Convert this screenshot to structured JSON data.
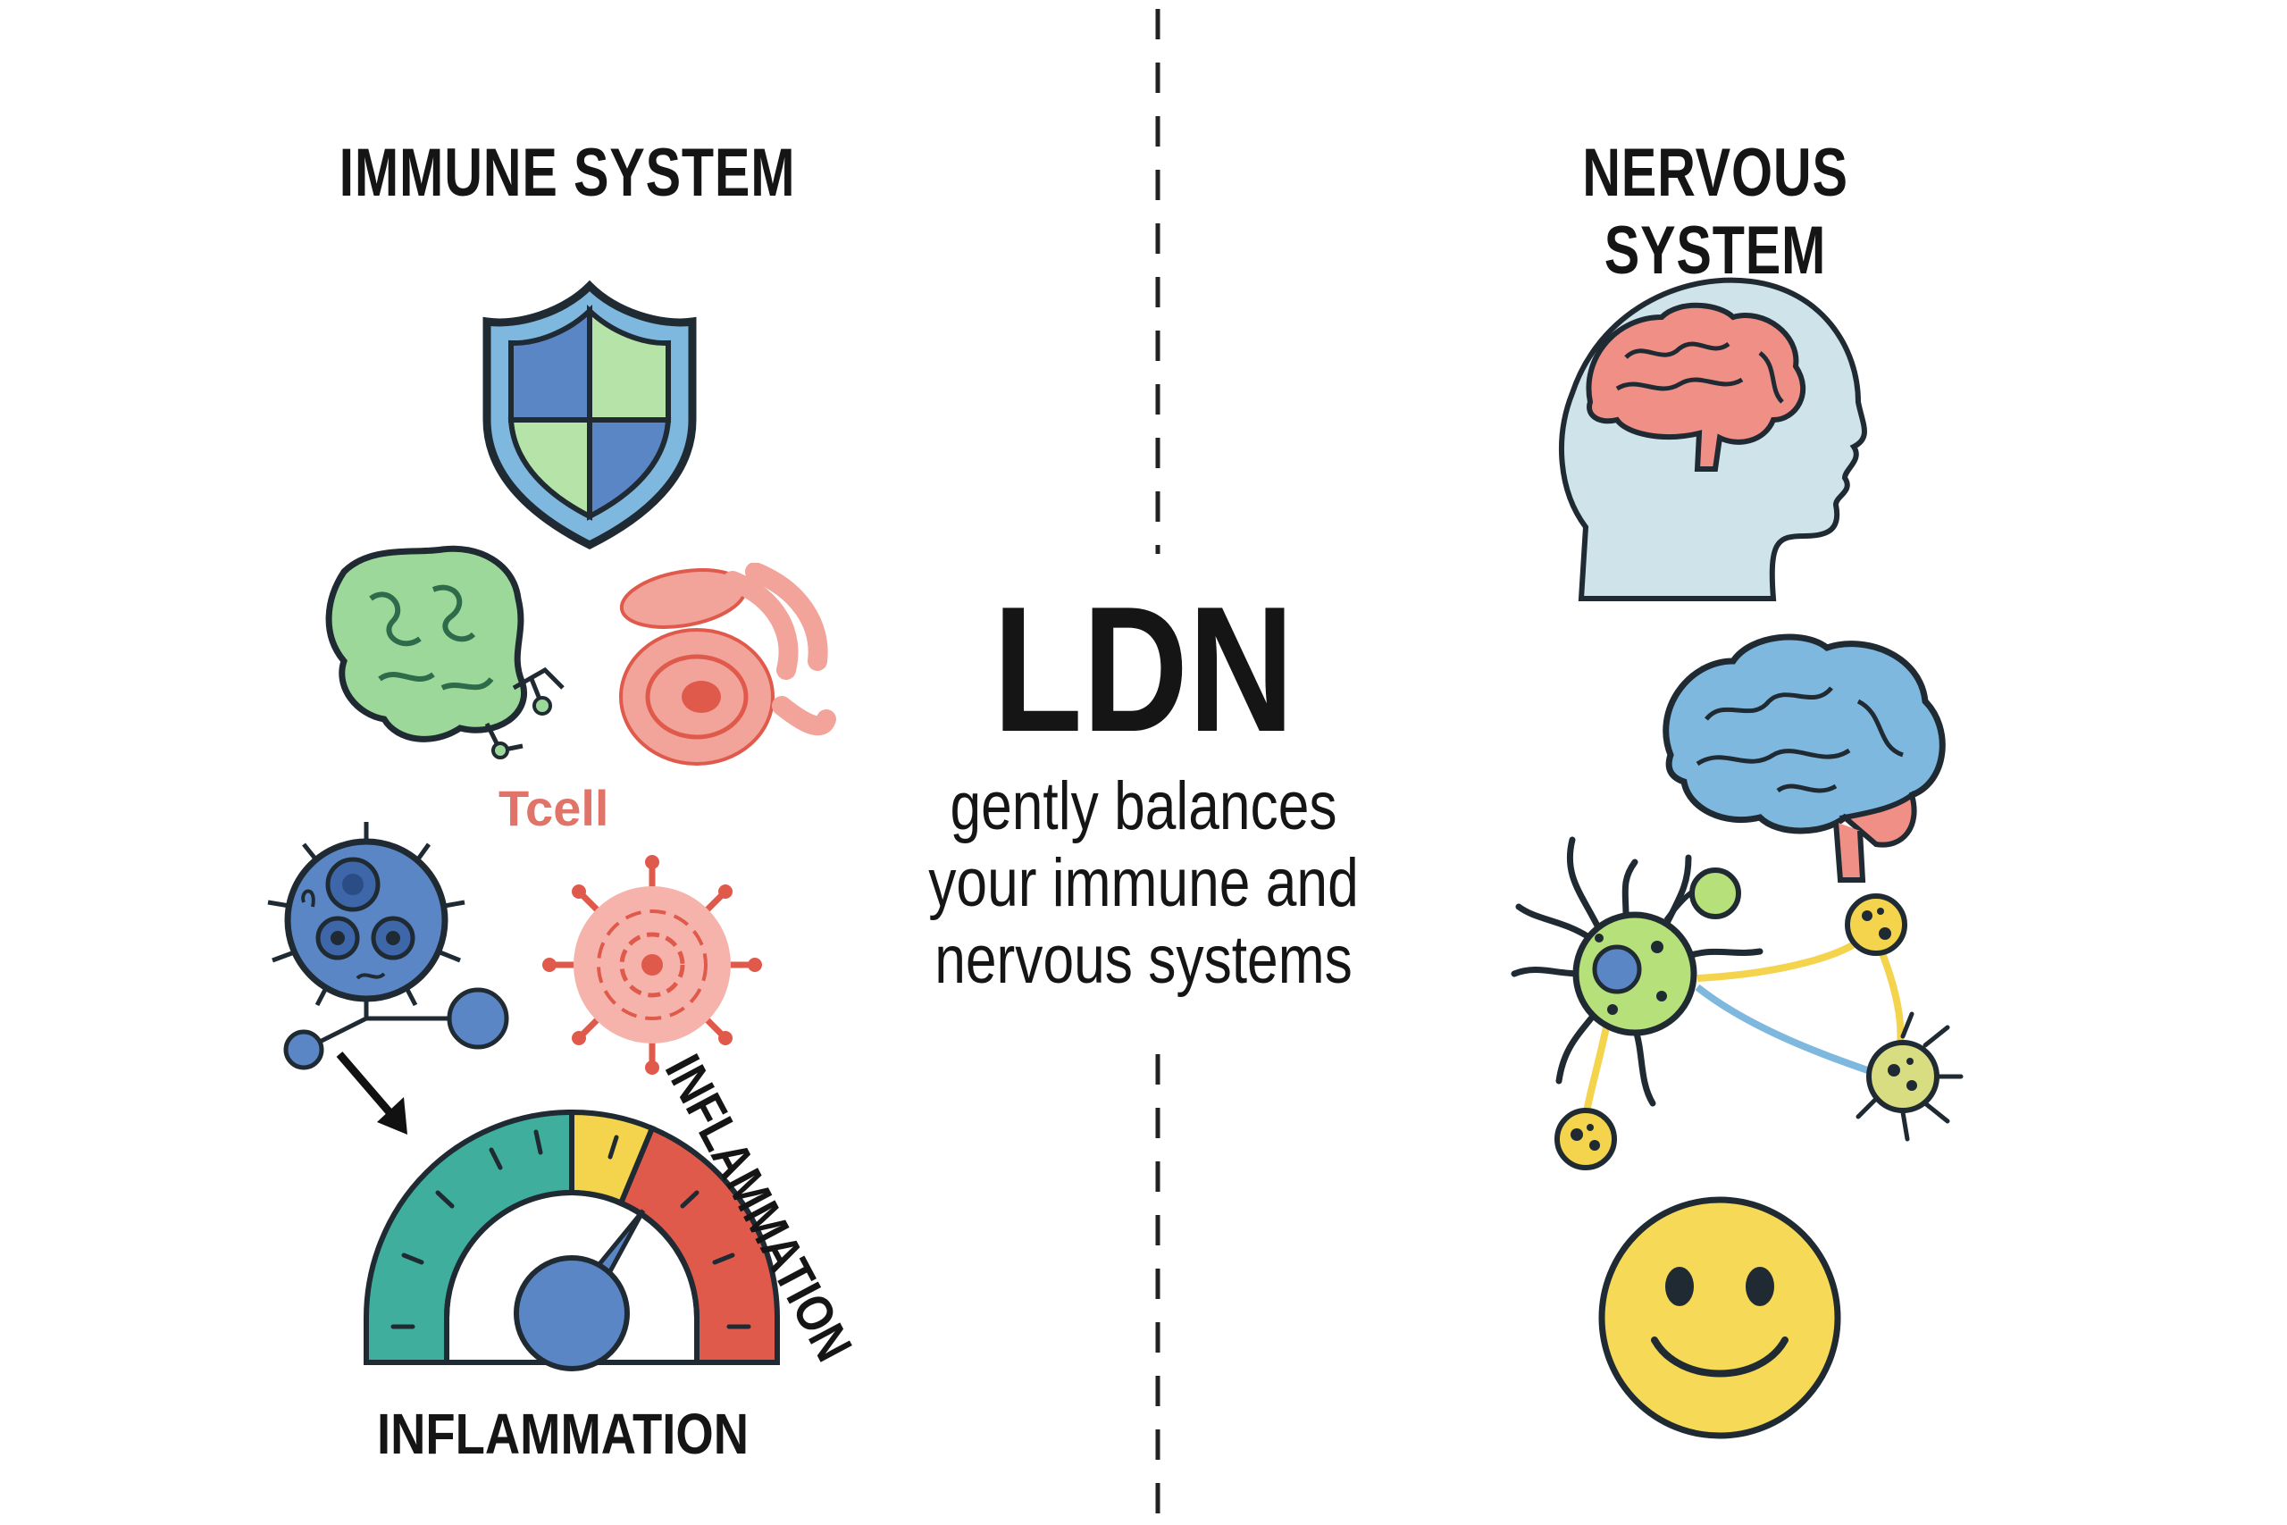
{
  "left_panel": {
    "heading": "IMMUNE SYSTEM",
    "cell_label": "Tcell",
    "gauge_label_bottom": "INFLAMMATION",
    "gauge_label_arc": "INFLAMMATION"
  },
  "center": {
    "title": "LDN",
    "tagline_lines": [
      "gently balances",
      "your immune and",
      "nervous systems"
    ]
  },
  "right_panel": {
    "heading": "NERVOUS SYSTEM"
  },
  "icons": {
    "shield": "shield-icon",
    "green_cell": "green-cell-icon",
    "red_tissue": "red-tissue-icon",
    "blue_cell": "blue-immune-cell-icon",
    "red_virus": "red-virus-icon",
    "gauge": "inflammation-gauge-icon",
    "head": "head-profile-icon",
    "brain": "brain-icon",
    "neurons": "neuron-network-icon",
    "smiley": "smiley-face-icon"
  },
  "colors": {
    "outline": "#1f2a33",
    "blue": "#5b86c5",
    "green": "#9bd89a",
    "teal": "#3fae9c",
    "yellow": "#f3d44c",
    "red": "#e05a4c",
    "pink": "#ef8f86",
    "head_fill": "#cfe4ea",
    "smiley": "#f6d957"
  }
}
